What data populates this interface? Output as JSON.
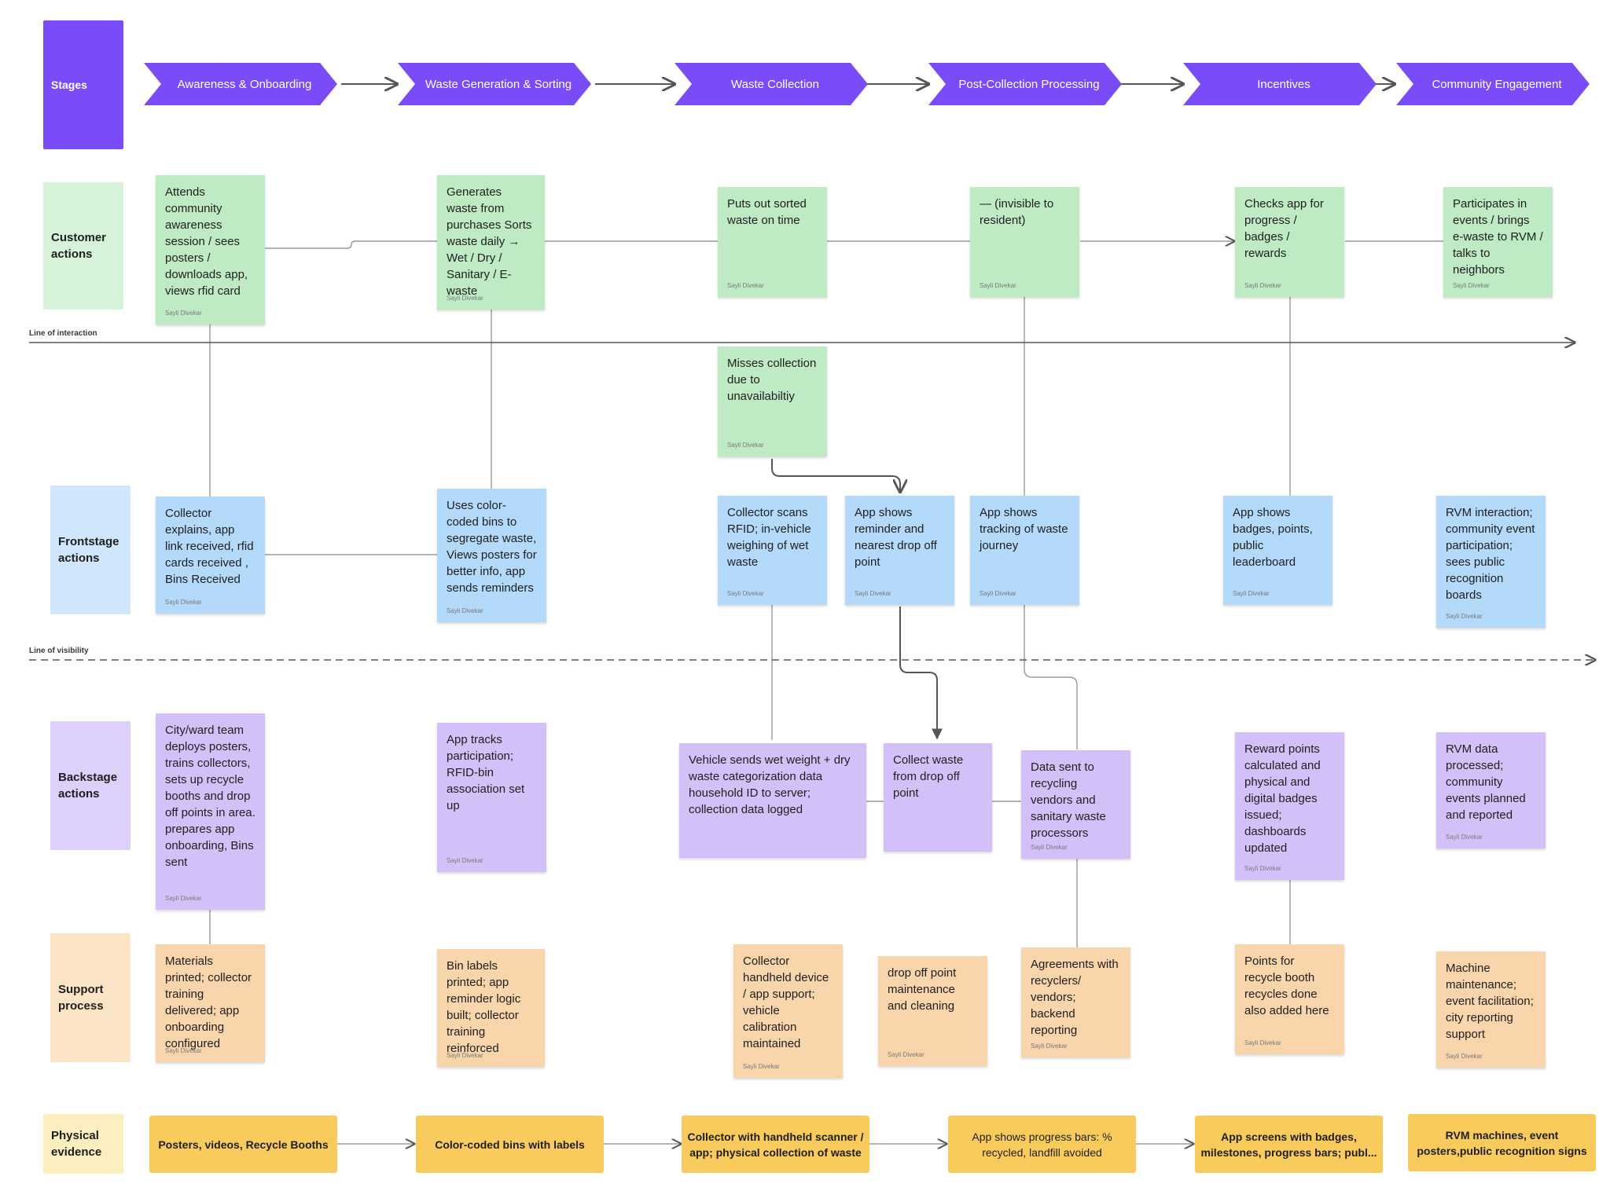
{
  "stages": {
    "label": "Stages",
    "items": [
      "Awareness & Onboarding",
      "Waste Generation & Sorting",
      "Waste Collection",
      "Post-Collection Processing",
      "Incentives",
      "Community Engagement"
    ]
  },
  "rows": {
    "customer": "Customer actions",
    "frontstage": "Frontstage actions",
    "backstage": "Backstage actions",
    "support": "Support process",
    "physical": "Physical evidence"
  },
  "lines": {
    "interaction": "Line of interaction",
    "visibility": "Line of visibility"
  },
  "author": "Sayli Divekar",
  "customer_actions": [
    "Attends community awareness session / sees posters / downloads app, views rfid card",
    "Generates waste from purchases Sorts waste daily → Wet / Dry / Sanitary / E-waste",
    "Puts out sorted waste on time",
    "— (invisible to resident)",
    "Checks app for progress / badges / rewards",
    "Participates in events / brings e-waste to RVM / talks to neighbors"
  ],
  "missed_collection": "Misses collection due to unavailabiltiy",
  "frontstage_actions": [
    "Collector explains, app link received, rfid cards received , Bins Received",
    "Uses color-coded bins to segregate waste, Views posters for better info, app sends reminders",
    "Collector scans RFID; in-vehicle weighing of wet waste",
    "App shows reminder and nearest drop off point",
    "App shows tracking of waste journey",
    "App shows badges, points, public leaderboard",
    "RVM interaction; community event participation; sees public recognition boards"
  ],
  "backstage_actions": [
    "City/ward team deploys posters, trains collectors, sets up recycle booths and drop off points in area. prepares app onboarding, Bins sent",
    "App tracks participation; RFID-bin association set up",
    "Vehicle sends wet weight + dry waste categorization data household ID to server; collection data logged",
    "Collect waste from drop off point",
    "Data sent to recycling vendors and sanitary waste processors",
    "Reward points calculated and physical and digital badges issued; dashboards updated",
    "RVM data processed; community events planned and reported"
  ],
  "support_process": [
    "Materials printed; collector training delivered; app onboarding configured",
    "Bin labels printed; app reminder logic built; collector training reinforced",
    "Collector handheld device / app support; vehicle calibration maintained",
    "drop off point maintenance and cleaning",
    "Agreements with recyclers/ vendors; backend reporting",
    "Points for recycle booth recycles done also added here",
    "Machine maintenance; event facilitation; city reporting support"
  ],
  "physical_evidence": [
    "Posters, videos, Recycle Booths",
    "Color-coded bins with labels",
    "Collector with handheld scanner / app; physical collection of waste",
    "App shows progress bars: % recycled, landfill avoided",
    "App screens with badges, milestones, progress bars; publ...",
    "RVM machines, event posters,public recognition signs"
  ],
  "colors": {
    "stage": "#7a4cf7",
    "customer": "#bfebc4",
    "frontstage": "#b3d9fb",
    "backstage": "#d4c0f8",
    "support": "#f8d5ab",
    "physical": "#f8cb5c"
  }
}
